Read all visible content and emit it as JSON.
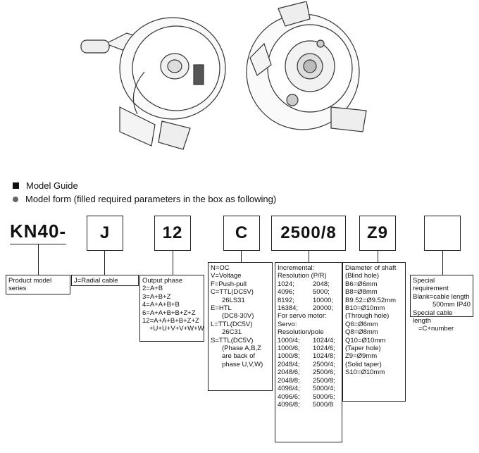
{
  "guide": {
    "title": "Model Guide",
    "subtitle": "Model form (filled required parameters in the box as following)"
  },
  "model": {
    "prefix": "KN40-",
    "boxes": [
      "J",
      "12",
      "C",
      "2500/8",
      "Z9",
      ""
    ]
  },
  "descriptions": {
    "product": [
      "Product model",
      "series"
    ],
    "radial": "J=Radial cable",
    "output": {
      "title": "Output phase",
      "lines": [
        "2=A+B",
        "3=A+B+Z",
        "4=A+A+B+B",
        "6=A+A+B+B+Z+Z",
        "12=A+A+B+B+Z+Z",
        "+U+U+V+V+W+W"
      ]
    },
    "output_type": [
      "N=OC",
      "V=Voltage",
      "F=Push-pull",
      "C=TTL(DC5V)",
      "26LS31",
      "E=HTL",
      "(DC8-30V)",
      "L=TTL(DC5V)",
      "26C31",
      "S=TTL(DC5V)",
      "(Phase A,B,Z",
      "are back of",
      "phase U,V,W)"
    ],
    "resolution": {
      "lines_top": [
        "Incremental:",
        "Resolution (P/R)"
      ],
      "incremental": [
        [
          "1024;",
          "2048;"
        ],
        [
          "4096;",
          "5000;"
        ],
        [
          "8192;",
          "10000;"
        ],
        [
          "16384;",
          "20000;"
        ]
      ],
      "lines_mid": [
        "For servo motor:",
        "Servo:",
        "Resolution/pole"
      ],
      "servo": [
        [
          "1000/4;",
          "1024/4;"
        ],
        [
          "1000/6;",
          "1024/6;"
        ],
        [
          "1000/8;",
          "1024/8;"
        ],
        [
          "2048/4;",
          "2500/4;"
        ],
        [
          "2048/6;",
          "2500/6;"
        ],
        [
          "2048/8;",
          "2500/8;"
        ],
        [
          "4096/4;",
          "5000/4;"
        ],
        [
          "4096/6;",
          "5000/6;"
        ],
        [
          "4096/8;",
          "5000/8"
        ]
      ]
    },
    "shaft": [
      "Diameter of shaft",
      "(Blind hole)",
      "B6=Ø6mm",
      "B8=Ø8mm",
      "B9.52=Ø9.52mm",
      "B10=Ø10mm",
      "(Through hole)",
      "Q6=Ø6mm",
      "Q8=Ø8mm",
      "Q10=Ø10mm",
      "(Taper hole)",
      "Z9=Ø9mm",
      "(Solid taper)",
      "S10=Ø10mm"
    ],
    "special": [
      "Special requirement",
      "Blank=cable length",
      "500mm IP40",
      "Special cable length",
      "=C+number"
    ]
  }
}
